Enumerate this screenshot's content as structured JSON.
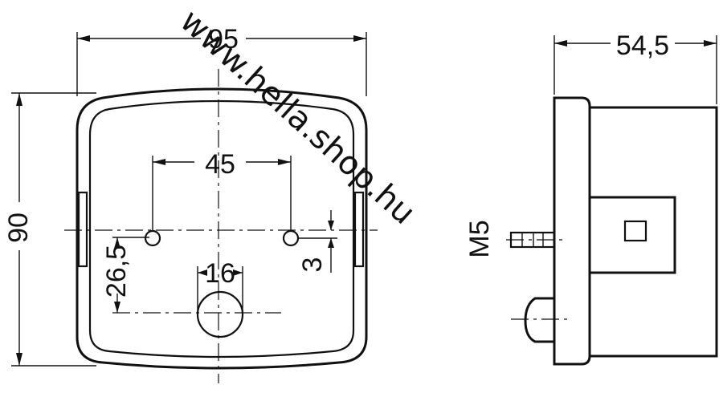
{
  "watermark": "www.hella.shop.hu",
  "dimensions": {
    "width": "95",
    "height": "90",
    "hole_spacing": "45",
    "hole_to_bottom": "26,5",
    "lens_width": "16",
    "hole_offset": "3",
    "depth": "54,5",
    "thread": "M5"
  }
}
